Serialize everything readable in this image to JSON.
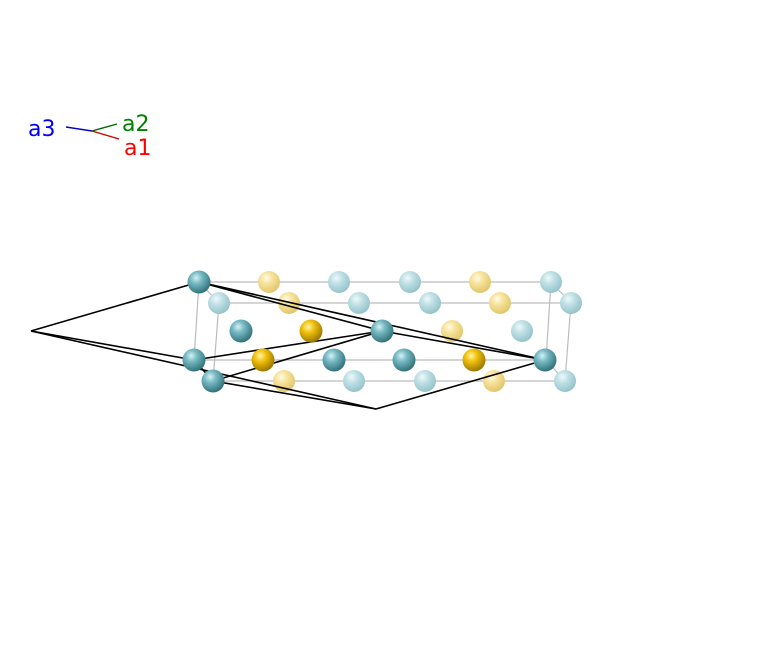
{
  "axes": {
    "labels": [
      {
        "key": "a3",
        "text": "a3",
        "color": "#0000ff"
      },
      {
        "key": "a2",
        "text": "a2",
        "color": "#008000"
      },
      {
        "key": "a1",
        "text": "a1",
        "color": "#ff0000"
      }
    ]
  },
  "colors": {
    "teal_atom": "#5aa3ad",
    "gold_atom": "#e6b400",
    "cell_edge": "#000000",
    "supercell_edge": "#bbbbbb"
  }
}
